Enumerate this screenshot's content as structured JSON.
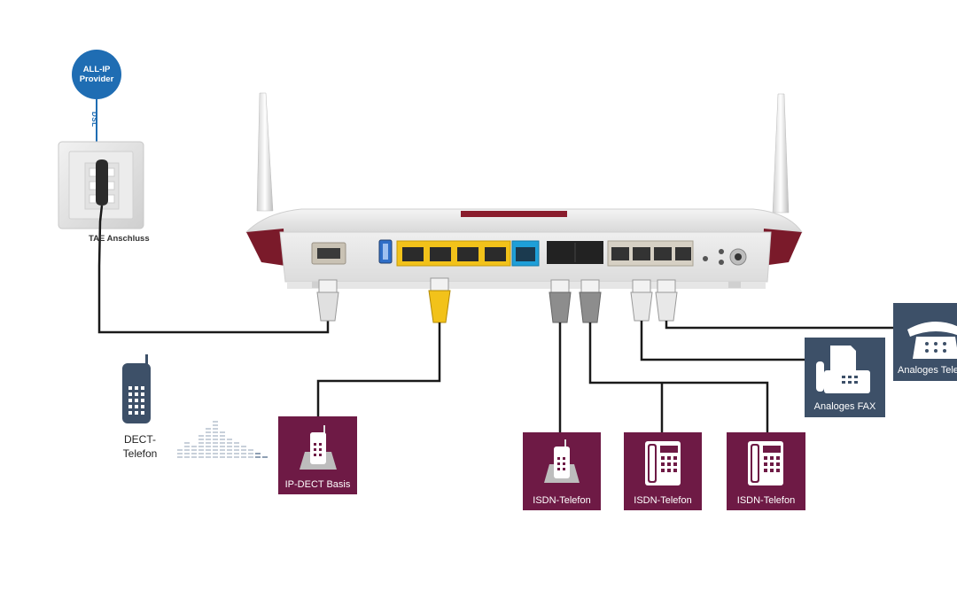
{
  "provider": {
    "line1": "ALL-IP",
    "line2": "Provider",
    "link_label": "DSL"
  },
  "tae": {
    "label": "TAE Anschluss"
  },
  "dect_phone": {
    "line1": "DECT-",
    "line2": "Telefon"
  },
  "devices": [
    {
      "id": "ip-dect-basis",
      "label": "IP-DECT Basis",
      "icon": "dect-base-icon"
    },
    {
      "id": "isdn-telefon-1",
      "label": "ISDN-Telefon",
      "icon": "cordless-phone-icon"
    },
    {
      "id": "isdn-telefon-2",
      "label": "ISDN-Telefon",
      "icon": "desk-phone-icon"
    },
    {
      "id": "isdn-telefon-3",
      "label": "ISDN-Telefon",
      "icon": "desk-phone-icon"
    },
    {
      "id": "analoges-fax",
      "label": "Analoges FAX",
      "icon": "fax-icon"
    },
    {
      "id": "analoges-telefon",
      "label": "Analoges Telefon",
      "icon": "analog-phone-icon"
    }
  ],
  "colors": {
    "provider": "#1f6db3",
    "device_box": "#6e1a45",
    "analog_box": "#3d5068",
    "lan_yellow": "#f2c21a",
    "lan_blue": "#1e9fd8",
    "router_red": "#7a1a2a",
    "cable": "#1a1a1a"
  }
}
